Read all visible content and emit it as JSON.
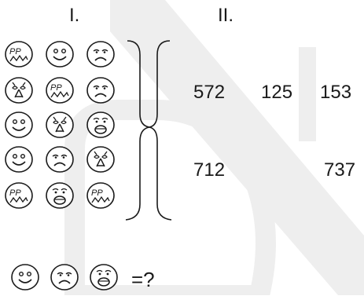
{
  "headers": {
    "col1": "I.",
    "col2": "II."
  },
  "face_grid": [
    [
      "pp-face",
      "smile-face",
      "frown-face"
    ],
    [
      "surprised-face",
      "pp-face",
      "frown-face"
    ],
    [
      "smile-face",
      "surprised-face",
      "shout-face"
    ],
    [
      "smile-face",
      "frown-face",
      "surprised-face"
    ],
    [
      "pp-face",
      "shout-face",
      "pp-face"
    ]
  ],
  "numbers_row1": [
    "572",
    "125",
    "153"
  ],
  "numbers_row2": [
    "712",
    "737"
  ],
  "question_faces": [
    "smile-face",
    "frown-face",
    "shout-face"
  ],
  "question_text": "=?",
  "colors": {
    "ink": "#1a1a1a",
    "watermark": "#eeeeee"
  }
}
